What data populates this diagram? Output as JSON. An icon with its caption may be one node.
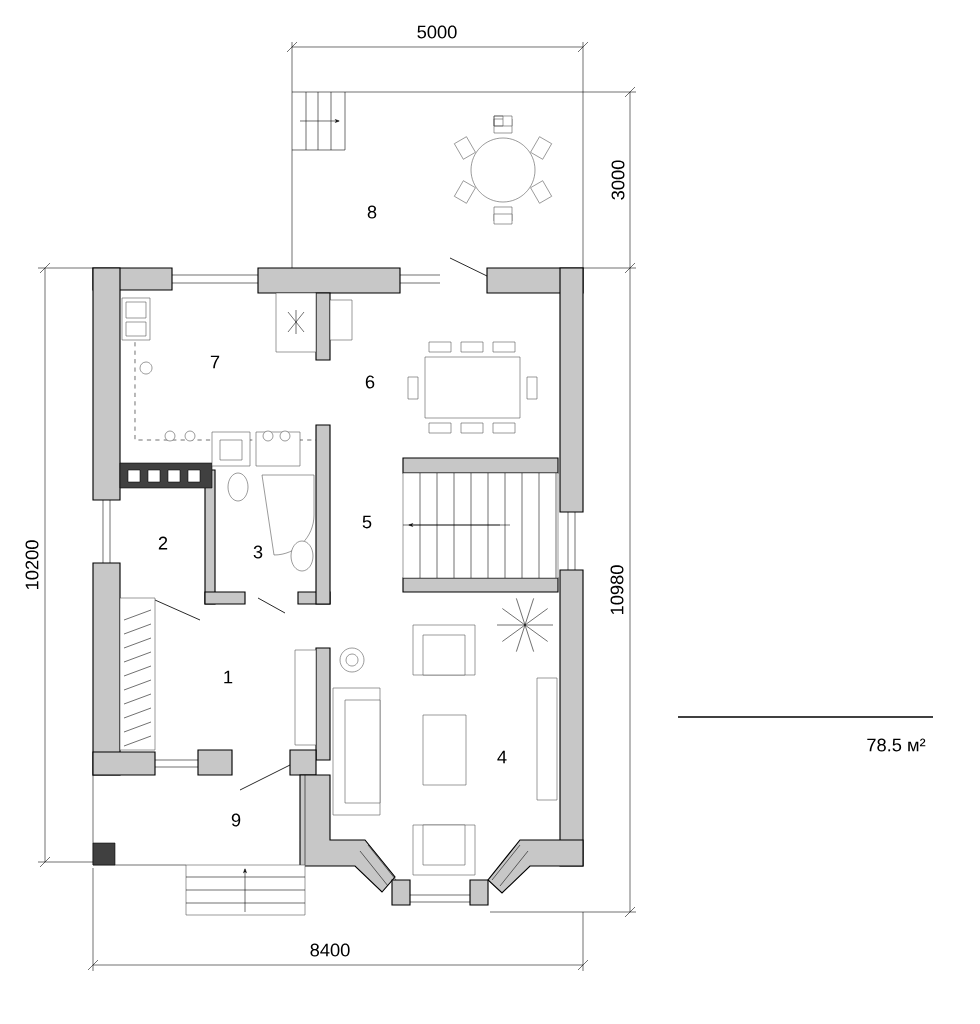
{
  "diagram": {
    "labels": [
      "5000",
      "3000",
      "8",
      "7",
      "6",
      "2",
      "5",
      "3",
      "10200",
      "10980",
      "1",
      "4",
      "78.5 м²",
      "9",
      "8400"
    ]
  }
}
